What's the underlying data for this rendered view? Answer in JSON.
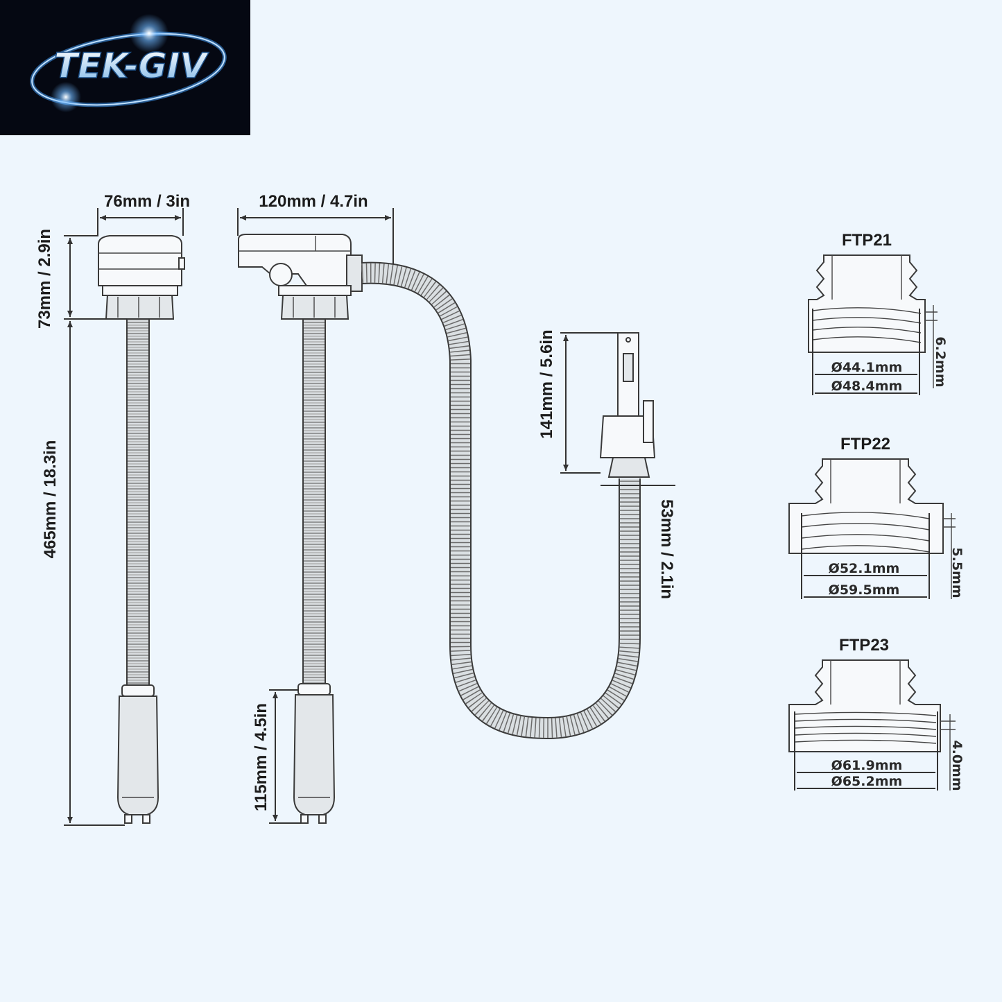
{
  "logo": {
    "text": "TEK-GIV",
    "colors": {
      "background": "#050812",
      "text": "#cfe6ff",
      "glow": "#4aa8ff"
    }
  },
  "dimensions": {
    "top_width_a": "76mm / 3in",
    "top_width_b": "120mm / 4.7in",
    "head_height": "73mm / 2.9in",
    "tube_length": "465mm / 18.3in",
    "float_length": "115mm / 4.5in",
    "fitting_height": "141mm / 5.6in",
    "fitting_offset": "53mm / 2.1in"
  },
  "adapters": [
    {
      "title": "FTP21",
      "inner_diameter": "Ø44.1mm",
      "outer_diameter": "Ø48.4mm",
      "thread_pitch": "6.2mm"
    },
    {
      "title": "FTP22",
      "inner_diameter": "Ø52.1mm",
      "outer_diameter": "Ø59.5mm",
      "thread_pitch": "5.5mm"
    },
    {
      "title": "FTP23",
      "inner_diameter": "Ø61.9mm",
      "outer_diameter": "Ø65.2mm",
      "thread_pitch": "4.0mm"
    }
  ]
}
